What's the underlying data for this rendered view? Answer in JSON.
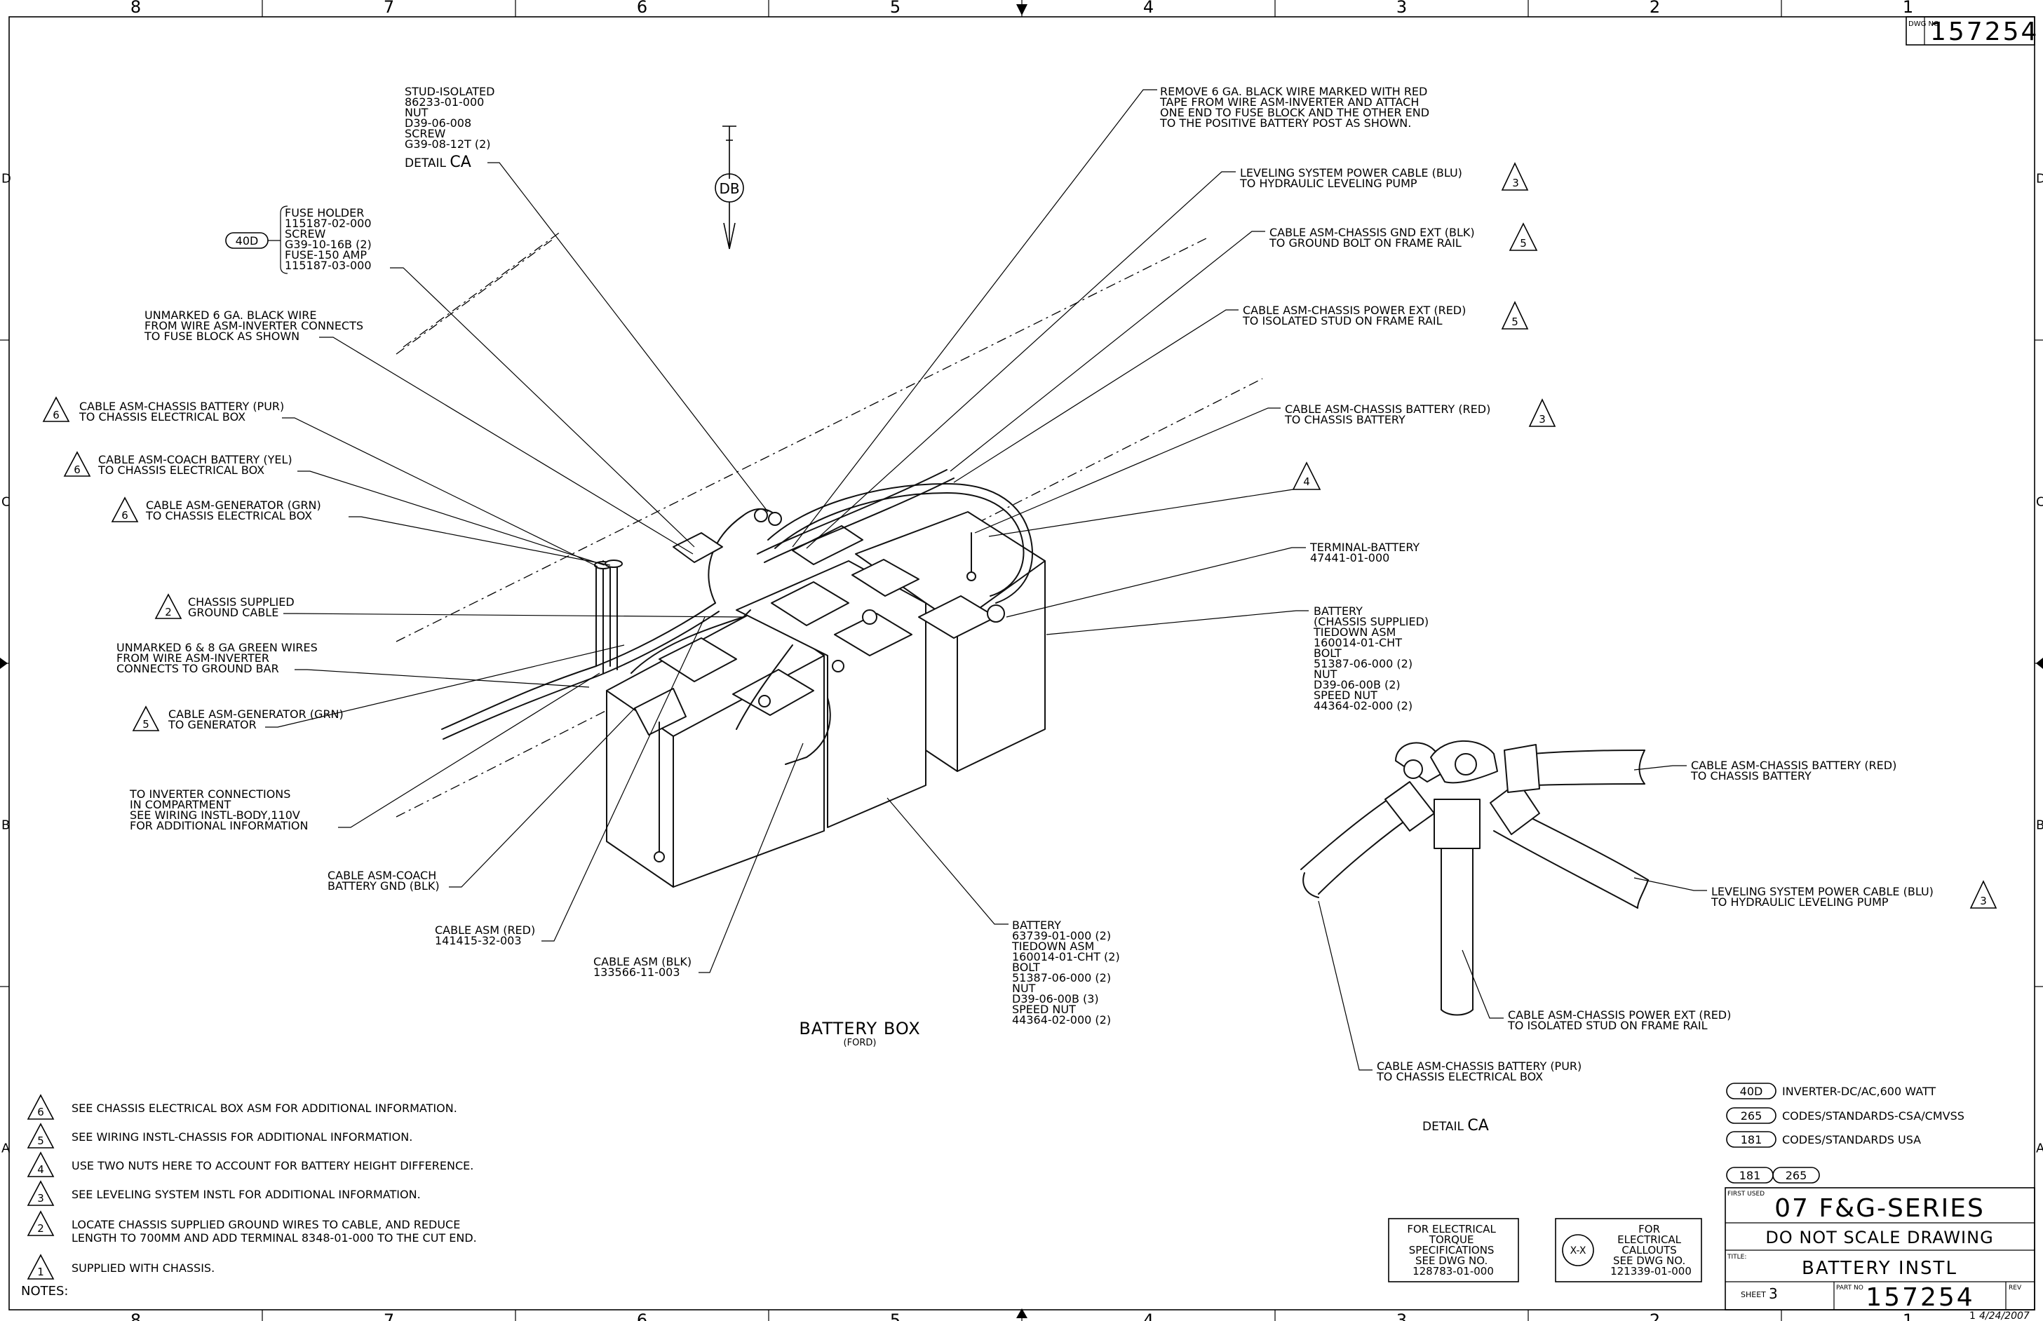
{
  "border": {
    "columns": [
      "8",
      "7",
      "6",
      "5",
      "4",
      "3",
      "2",
      "1"
    ],
    "rows": [
      "D",
      "C",
      "B",
      "A"
    ]
  },
  "dwg_no_label": "DWG NO",
  "dwg_no": "157254",
  "main_view": {
    "direction_tag": "DB",
    "title": "BATTERY BOX",
    "subtitle": "(FORD)"
  },
  "callouts": {
    "stud": [
      "STUD-ISOLATED",
      "86233-01-000",
      "NUT",
      "D39-06-008",
      "SCREW",
      "G39-08-12T (2)"
    ],
    "detail_ref_label": "DETAIL",
    "detail_ref_id": "CA",
    "fuse_tag": "40D",
    "fuse": [
      "FUSE HOLDER",
      "115187-02-000",
      "SCREW",
      "G39-10-16B (2)",
      "FUSE-150 AMP",
      "115187-03-000"
    ],
    "unmarked6": [
      "UNMARKED 6 GA. BLACK WIRE",
      "FROM WIRE ASM-INVERTER CONNECTS",
      "TO FUSE BLOCK AS SHOWN"
    ],
    "pur_flag": "6",
    "pur": [
      "CABLE ASM-CHASSIS BATTERY (PUR)",
      "TO CHASSIS ELECTRICAL BOX"
    ],
    "yel_flag": "6",
    "yel": [
      "CABLE ASM-COACH BATTERY (YEL)",
      "TO CHASSIS ELECTRICAL BOX"
    ],
    "grn_flag": "6",
    "grn": [
      "CABLE ASM-GENERATOR (GRN)",
      "TO CHASSIS ELECTRICAL BOX"
    ],
    "gnd_flag": "2",
    "gnd": [
      "CHASSIS SUPPLIED",
      "GROUND CABLE"
    ],
    "green": [
      "UNMARKED 6 & 8 GA GREEN WIRES",
      "FROM WIRE ASM-INVERTER",
      "CONNECTS TO GROUND BAR"
    ],
    "gen_flag": "5",
    "gen": [
      "CABLE ASM-GENERATOR (GRN)",
      "TO GENERATOR"
    ],
    "inverter": [
      "TO INVERTER CONNECTIONS",
      "IN COMPARTMENT",
      "SEE WIRING INSTL-BODY,110V",
      "FOR ADDITIONAL INFORMATION"
    ],
    "coach_gnd": [
      "CABLE ASM-COACH",
      "BATTERY GND (BLK)"
    ],
    "red": [
      "CABLE ASM (RED)",
      "141415-32-003"
    ],
    "blk": [
      "CABLE ASM (BLK)",
      "133566-11-003"
    ],
    "battery1": [
      "BATTERY",
      "63739-01-000 (2)",
      "TIEDOWN ASM",
      "160014-01-CHT (2)",
      "BOLT",
      "51387-06-000 (2)",
      "NUT",
      "D39-06-00B (3)",
      "SPEED NUT",
      "44364-02-000 (2)"
    ],
    "remove": [
      "REMOVE 6 GA. BLACK WIRE MARKED WITH RED",
      "TAPE FROM WIRE ASM-INVERTER AND ATTACH",
      "ONE END TO FUSE BLOCK AND THE OTHER END",
      "TO THE POSITIVE BATTERY POST AS SHOWN."
    ],
    "level_flag": "3",
    "level": [
      "LEVELING SYSTEM POWER CABLE (BLU)",
      "TO HYDRAULIC LEVELING PUMP"
    ],
    "gndext_flag": "5",
    "gndext": [
      "CABLE ASM-CHASSIS GND EXT (BLK)",
      "TO GROUND BOLT ON FRAME RAIL"
    ],
    "pwrext_flag": "5",
    "pwrext": [
      "CABLE ASM-CHASSIS POWER EXT (RED)",
      "TO ISOLATED STUD ON FRAME RAIL"
    ],
    "chbatt_flag": "3",
    "chbatt": [
      "CABLE ASM-CHASSIS BATTERY (RED)",
      "TO CHASSIS BATTERY"
    ],
    "flag4": "4",
    "terminal": [
      "TERMINAL-BATTERY",
      "47441-01-000"
    ],
    "battery2": [
      "BATTERY",
      "(CHASSIS SUPPLIED)",
      "TIEDOWN ASM",
      "160014-01-CHT",
      "BOLT",
      "51387-06-000 (2)",
      "NUT",
      "D39-06-00B (2)",
      "SPEED NUT",
      "44364-02-000 (2)"
    ]
  },
  "detail": {
    "title_label": "DETAIL",
    "title_id": "CA",
    "red": [
      "CABLE ASM-CHASSIS BATTERY (RED)",
      "TO CHASSIS BATTERY"
    ],
    "level_flag": "3",
    "level": [
      "LEVELING SYSTEM POWER CABLE (BLU)",
      "TO HYDRAULIC LEVELING PUMP"
    ],
    "pwr": [
      "CABLE ASM-CHASSIS POWER EXT (RED)",
      "TO ISOLATED STUD ON FRAME RAIL"
    ],
    "pur": [
      "CABLE ASM-CHASSIS BATTERY (PUR)",
      "TO CHASSIS ELECTRICAL BOX"
    ]
  },
  "notes": {
    "title": "NOTES:",
    "items": [
      {
        "flag": "6",
        "lines": [
          "SEE CHASSIS ELECTRICAL BOX ASM FOR ADDITIONAL INFORMATION."
        ]
      },
      {
        "flag": "5",
        "lines": [
          "SEE WIRING INSTL-CHASSIS FOR ADDITIONAL INFORMATION."
        ]
      },
      {
        "flag": "4",
        "lines": [
          "USE TWO NUTS HERE TO ACCOUNT FOR BATTERY HEIGHT DIFFERENCE."
        ]
      },
      {
        "flag": "3",
        "lines": [
          "SEE LEVELING SYSTEM INSTL FOR ADDITIONAL INFORMATION."
        ]
      },
      {
        "flag": "2",
        "lines": [
          "LOCATE CHASSIS SUPPLIED GROUND WIRES TO CABLE, AND REDUCE",
          "LENGTH TO 700MM AND ADD TERMINAL 8348-01-000 TO THE CUT END."
        ]
      },
      {
        "flag": "1",
        "lines": [
          "SUPPLIED WITH CHASSIS."
        ]
      }
    ]
  },
  "legend": [
    {
      "tag": "40D",
      "text": "INVERTER-DC/AC,600 WATT"
    },
    {
      "tag": "265",
      "text": "CODES/STANDARDS-CSA/CMVSS"
    },
    {
      "tag": "181",
      "text": "CODES/STANDARDS USA"
    }
  ],
  "applies_tags": [
    "181",
    "265"
  ],
  "torque_box": [
    "FOR ELECTRICAL",
    "TORQUE",
    "SPECIFICATIONS",
    "SEE DWG NO.",
    "128783-01-000"
  ],
  "callouts_box": {
    "symbol": "X-X",
    "lines": [
      "FOR",
      "ELECTRICAL",
      "CALLOUTS",
      "SEE DWG NO.",
      "121339-01-000"
    ]
  },
  "title_block": {
    "first_used_label": "FIRST USED",
    "first_used": "07 F&G-SERIES",
    "scale_note": "DO NOT SCALE DRAWING",
    "title_label": "TITLE:",
    "title": "BATTERY INSTL",
    "sheet_label": "SHEET",
    "sheet": "3",
    "part_no_label": "PART NO",
    "part_no": "157254",
    "rev_label": "REV",
    "rev": "1",
    "date": "4/24/2007"
  }
}
